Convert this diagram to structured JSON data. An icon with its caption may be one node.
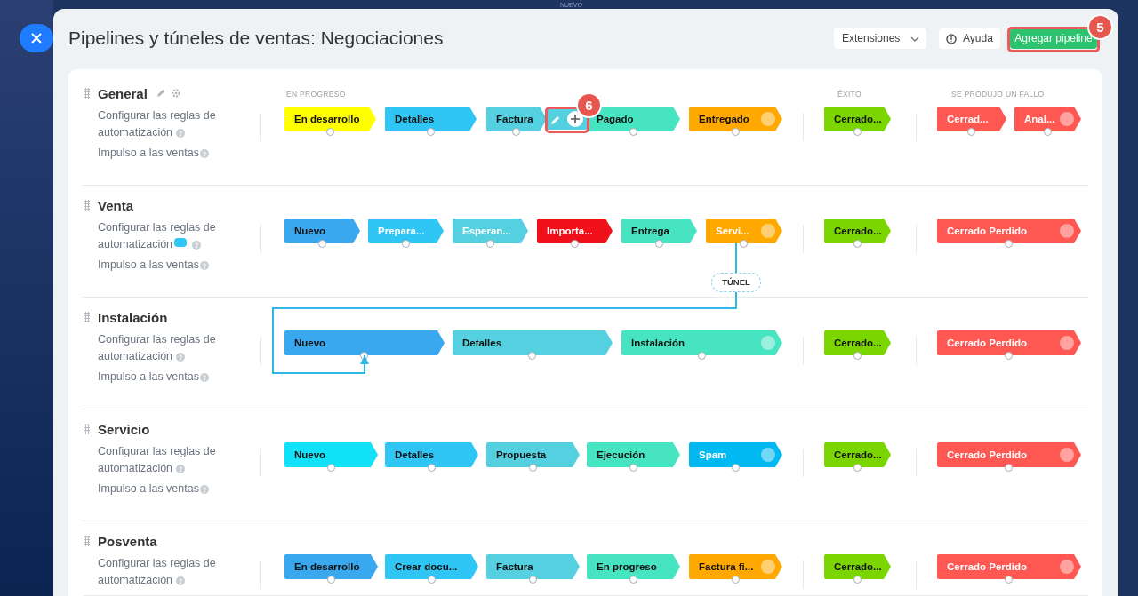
{
  "diagram": {
    "title": "Pipelines y túneles de ventas: Negociaciones",
    "nodes": [
      {
        "text": [
          "General",
          "Configurar las reglas de automatización",
          "Impulso a las ventas"
        ]
      },
      {
        "text": [
          "En desarrollo"
        ],
        "in": 0
      },
      {
        "text": [
          "Detalles"
        ],
        "in": 0
      },
      {
        "text": [
          "Factura"
        ],
        "in": 0
      },
      {
        "text": [
          "Pagado"
        ],
        "in": 0
      },
      {
        "text": [
          "Entregado"
        ],
        "in": 0
      },
      {
        "text": [
          "Cerrado..."
        ],
        "in": 0
      },
      {
        "text": [
          "Cerrad..."
        ],
        "in": 0
      },
      {
        "text": [
          "Anal..."
        ],
        "in": 0
      },
      {
        "text": [
          "Venta",
          "Configurar las reglas de automatización",
          "Impulso a las ventas"
        ]
      },
      {
        "text": [
          "Nuevo"
        ],
        "in": 9
      },
      {
        "text": [
          "Prepara..."
        ],
        "in": 9
      },
      {
        "text": [
          "Esperan..."
        ],
        "in": 9
      },
      {
        "text": [
          "Importa..."
        ],
        "in": 9
      },
      {
        "text": [
          "Entrega"
        ],
        "in": 9
      },
      {
        "text": [
          "Servi..."
        ],
        "in": 9
      },
      {
        "text": [
          "Cerrado..."
        ],
        "in": 9
      },
      {
        "text": [
          "Cerrado Perdido"
        ],
        "in": 9
      },
      {
        "text": [
          "Instalación",
          "Configurar las reglas de automatización",
          "Impulso a las ventas"
        ]
      },
      {
        "text": [
          "Nuevo"
        ],
        "in": 18
      },
      {
        "text": [
          "Detalles"
        ],
        "in": 18
      },
      {
        "text": [
          "Instalación"
        ],
        "in": 18
      },
      {
        "text": [
          "Cerrado..."
        ],
        "in": 18
      },
      {
        "text": [
          "Cerrado Perdido"
        ],
        "in": 18
      },
      {
        "text": [
          "Servicio",
          "Configurar las reglas de automatización",
          "Impulso a las ventas"
        ]
      },
      {
        "text": [
          "Nuevo"
        ],
        "in": 24
      },
      {
        "text": [
          "Detalles"
        ],
        "in": 24
      },
      {
        "text": [
          "Propuesta"
        ],
        "in": 24
      },
      {
        "text": [
          "Ejecución"
        ],
        "in": 24
      },
      {
        "text": [
          "Spam"
        ],
        "in": 24
      },
      {
        "text": [
          "Cerrado..."
        ],
        "in": 24
      },
      {
        "text": [
          "Cerrado Perdido"
        ],
        "in": 24
      },
      {
        "text": [
          "Posventa",
          "Configurar las reglas de automatización"
        ]
      },
      {
        "text": [
          "En desarrollo"
        ],
        "in": 32
      },
      {
        "text": [
          "Crear docu..."
        ],
        "in": 32
      },
      {
        "text": [
          "Factura"
        ],
        "in": 32
      },
      {
        "text": [
          "En progreso"
        ],
        "in": 32
      },
      {
        "text": [
          "Factura fi..."
        ],
        "in": 32
      },
      {
        "text": [
          "Cerrado..."
        ],
        "in": 32
      },
      {
        "text": [
          "Cerrado Perdido"
        ],
        "in": 32
      }
    ],
    "edges": [
      {
        "from": 15,
        "to": 19,
        "arrow": "to",
        "label": "TÚNEL"
      }
    ],
    "labels": [
      "NUEVO",
      "Extensiones",
      "Ayuda",
      "Agregar pipeline",
      "5",
      "EN PROGRESO",
      "ÉXITO",
      "SE PRODUJO UN FALLO",
      "6"
    ]
  }
}
